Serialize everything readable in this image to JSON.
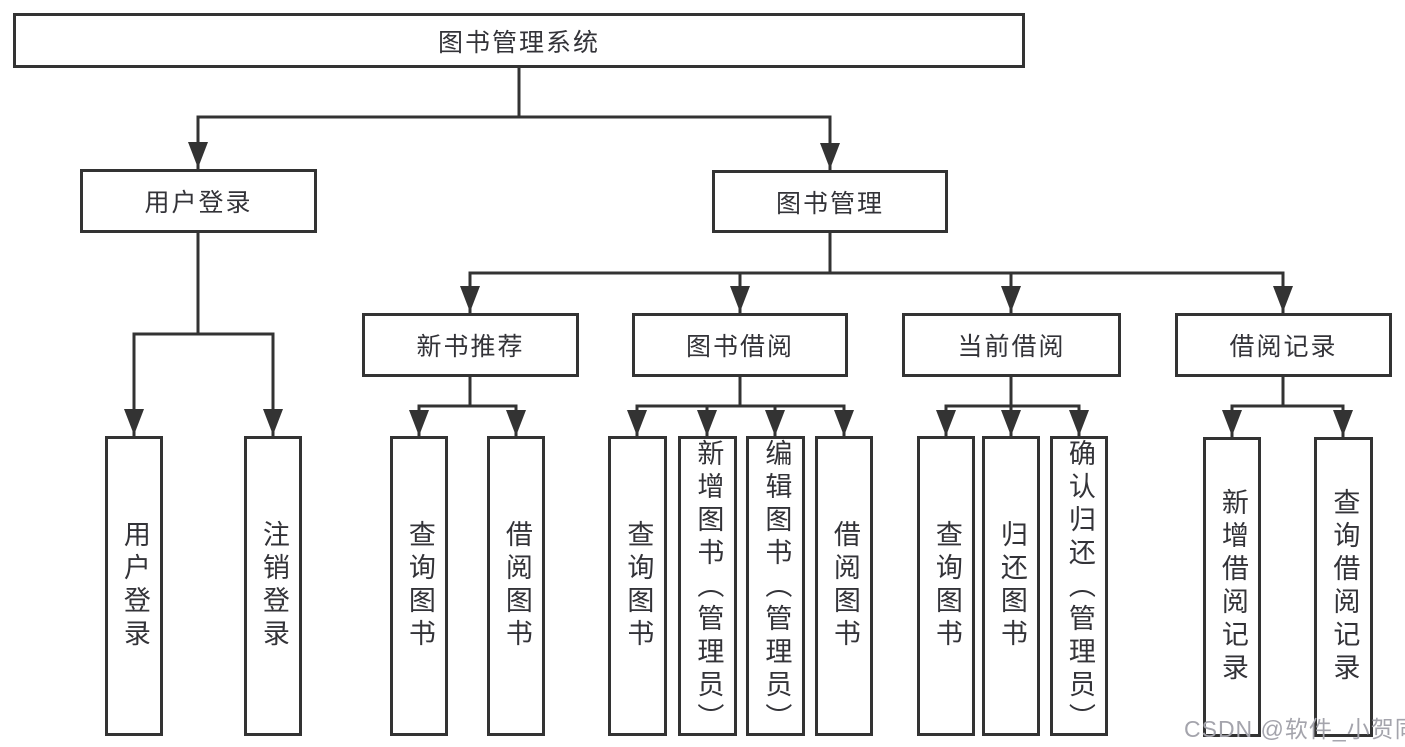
{
  "diagram": {
    "root": {
      "label": "图书管理系统"
    },
    "level2": [
      {
        "label": "用户登录"
      },
      {
        "label": "图书管理"
      }
    ],
    "level3": [
      {
        "label": "新书推荐"
      },
      {
        "label": "图书借阅"
      },
      {
        "label": "当前借阅"
      },
      {
        "label": "借阅记录"
      }
    ],
    "leaves": {
      "user_login": [
        {
          "label": "用户登录"
        },
        {
          "label": "注销登录"
        }
      ],
      "new_books": [
        {
          "label": "查询图书"
        },
        {
          "label": "借阅图书"
        }
      ],
      "book_borrow": [
        {
          "label": "查询图书"
        },
        {
          "label": "新增图书（管理员）"
        },
        {
          "label": "编辑图书（管理员）"
        },
        {
          "label": "借阅图书"
        }
      ],
      "current_borrow": [
        {
          "label": "查询图书"
        },
        {
          "label": "归还图书"
        },
        {
          "label": "确认归还（管理员）"
        }
      ],
      "borrow_records": [
        {
          "label": "新增借阅记录"
        },
        {
          "label": "查询借阅记录"
        }
      ]
    }
  },
  "watermark": {
    "text": "CSDN @软件_小贺同学"
  },
  "colors": {
    "line": "#333333",
    "box_border": "#333333",
    "box_fill": "#ffffff",
    "text": "#333338",
    "watermark": "#a4a4ac",
    "background": "#ffffff"
  }
}
